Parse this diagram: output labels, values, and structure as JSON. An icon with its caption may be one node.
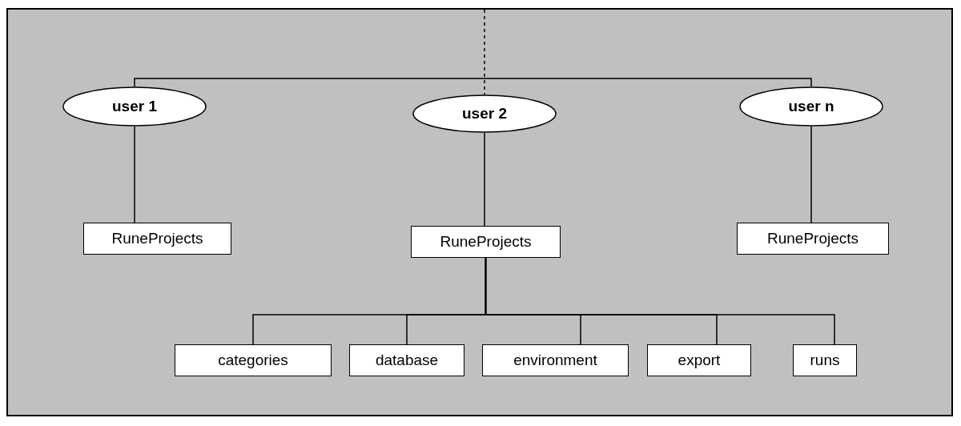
{
  "diagram": {
    "nodes": [
      {
        "text": [
          "user 1"
        ]
      },
      {
        "text": [
          "user 2"
        ]
      },
      {
        "text": [
          "user n"
        ]
      },
      {
        "text": [
          "RuneProjects"
        ]
      },
      {
        "text": [
          "RuneProjects"
        ]
      },
      {
        "text": [
          "RuneProjects"
        ]
      },
      {
        "text": [
          "categories"
        ]
      },
      {
        "text": [
          "database"
        ]
      },
      {
        "text": [
          "environment"
        ]
      },
      {
        "text": [
          "export"
        ]
      },
      {
        "text": [
          "runs"
        ]
      }
    ],
    "edges": [
      {
        "from": null,
        "to": 0,
        "arrow": "none"
      },
      {
        "from": null,
        "to": 1,
        "arrow": "none",
        "style": "dashed"
      },
      {
        "from": null,
        "to": 2,
        "arrow": "none"
      },
      {
        "from": 0,
        "to": 3,
        "arrow": "none"
      },
      {
        "from": 1,
        "to": 4,
        "arrow": "none"
      },
      {
        "from": 2,
        "to": 5,
        "arrow": "none"
      },
      {
        "from": 4,
        "to": 6,
        "arrow": "none"
      },
      {
        "from": 4,
        "to": 7,
        "arrow": "none"
      },
      {
        "from": 4,
        "to": 8,
        "arrow": "none"
      },
      {
        "from": 4,
        "to": 9,
        "arrow": "none"
      },
      {
        "from": 4,
        "to": 10,
        "arrow": "none"
      }
    ]
  }
}
